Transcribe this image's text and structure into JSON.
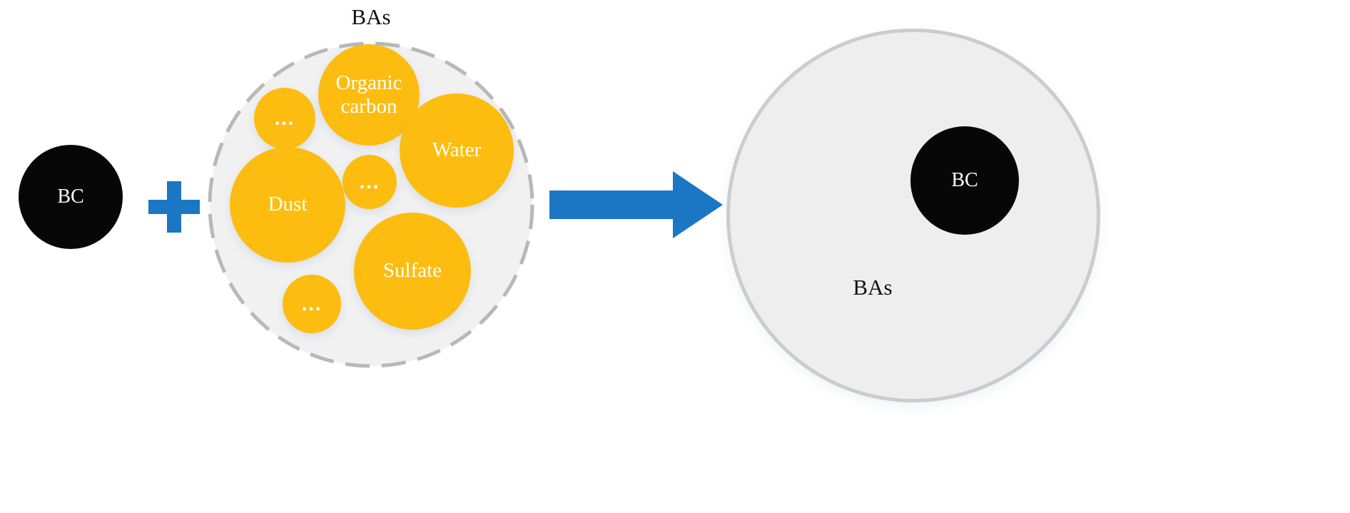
{
  "colors": {
    "blue": "#1b76c4",
    "bc_fill": "#070707",
    "component_fill": "#fcbd10",
    "mixture_fill": "#f1f1f1",
    "mixture_border": "#b8b8b8",
    "coated_fill": "#eeeeee",
    "coated_border": "#cccccc",
    "text_dark": "#111111",
    "text_light": "#ffffff"
  },
  "bc_particle": {
    "label": "BC"
  },
  "operator": {
    "icon": "plus-icon",
    "symbol": "+"
  },
  "mixture": {
    "title": "BAs",
    "components": [
      {
        "id": "ellipsis-1",
        "label": "..."
      },
      {
        "id": "organic-carbon",
        "label": "Organic carbon"
      },
      {
        "id": "water",
        "label": "Water"
      },
      {
        "id": "ellipsis-2",
        "label": "..."
      },
      {
        "id": "dust",
        "label": "Dust"
      },
      {
        "id": "sulfate",
        "label": "Sulfate"
      },
      {
        "id": "ellipsis-3",
        "label": "..."
      }
    ]
  },
  "arrow": {
    "icon": "arrow-right-icon"
  },
  "result": {
    "label": "BAs",
    "bc_label": "BC"
  }
}
